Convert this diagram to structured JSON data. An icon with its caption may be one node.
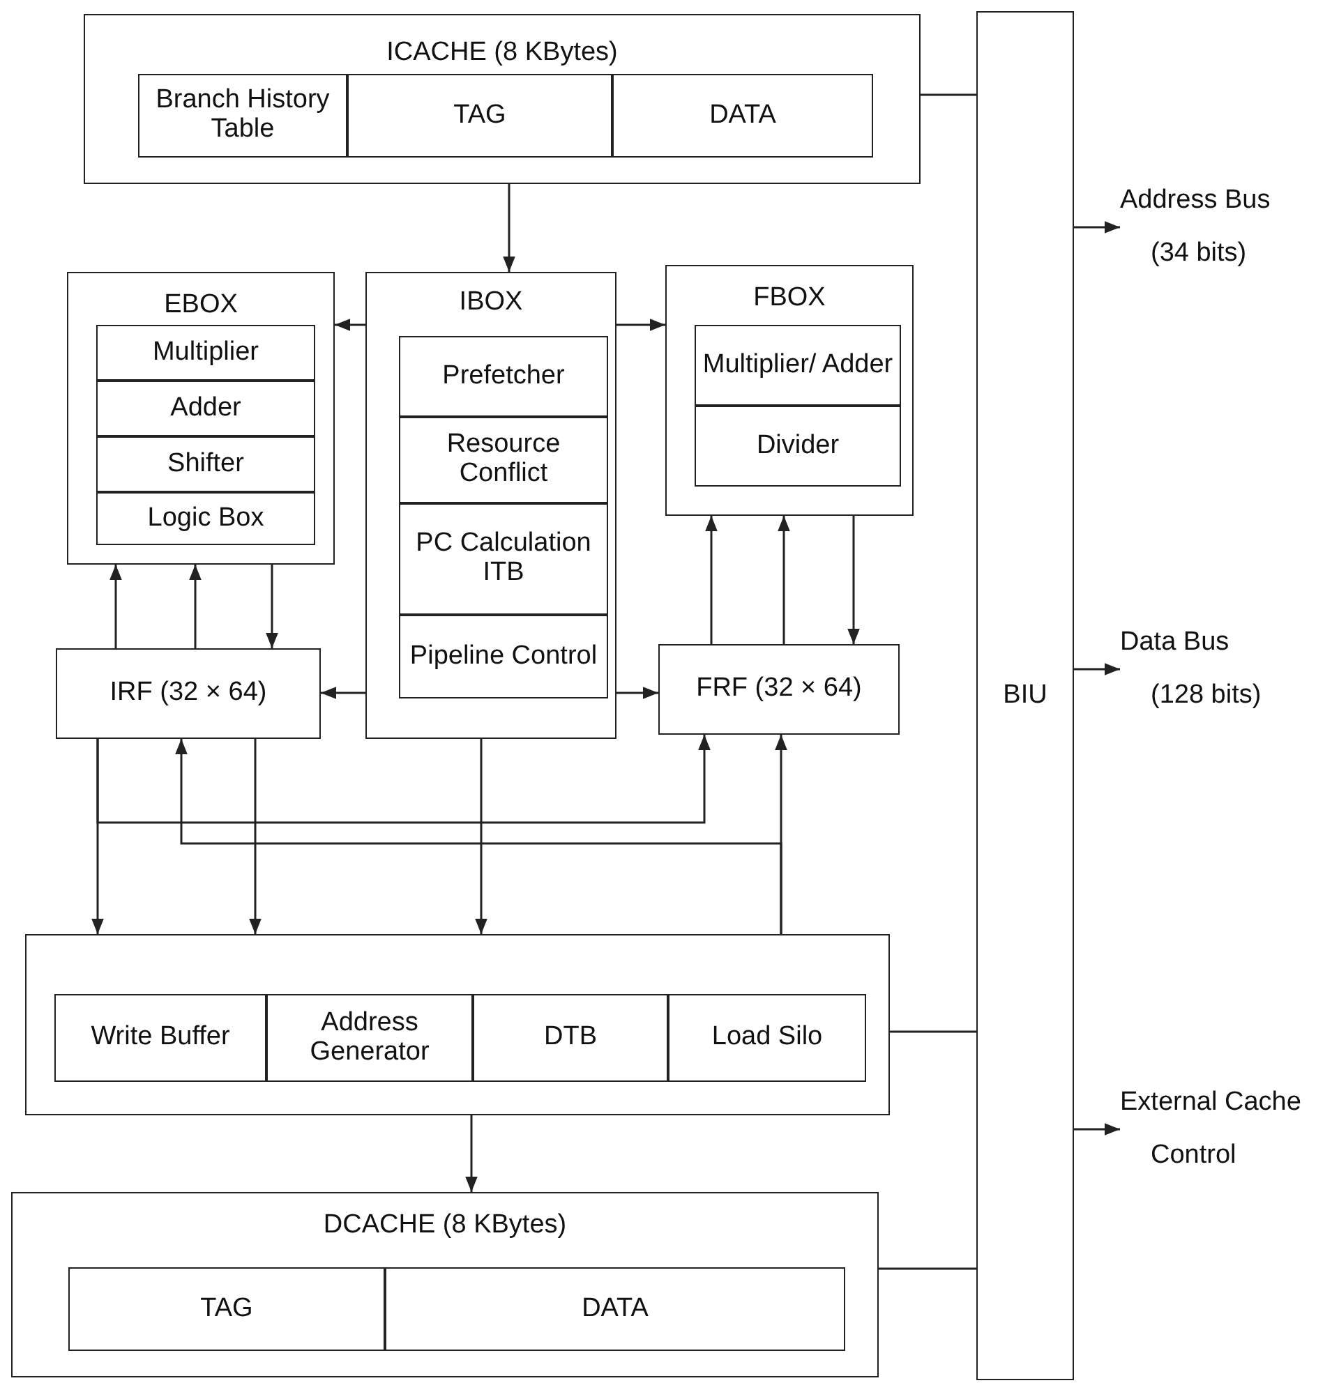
{
  "diagram": {
    "nodes": [
      {
        "text": [
          "ICACHE (8 KBytes)"
        ]
      },
      {
        "text": [
          "Branch History Table"
        ],
        "in": 0
      },
      {
        "text": [
          "TAG"
        ],
        "in": 0
      },
      {
        "text": [
          "DATA"
        ],
        "in": 0
      },
      {
        "text": [
          "EBOX"
        ]
      },
      {
        "text": [
          "Multiplier"
        ],
        "in": 4
      },
      {
        "text": [
          "Adder"
        ],
        "in": 4
      },
      {
        "text": [
          "Shifter"
        ],
        "in": 4
      },
      {
        "text": [
          "Logic Box"
        ],
        "in": 4
      },
      {
        "text": [
          "IBOX"
        ]
      },
      {
        "text": [
          "Prefetcher"
        ],
        "in": 9
      },
      {
        "text": [
          "Resource Conflict"
        ],
        "in": 9
      },
      {
        "text": [
          "PC Calculation ITB"
        ],
        "in": 9
      },
      {
        "text": [
          "Pipeline Control"
        ],
        "in": 9
      },
      {
        "text": [
          "FBOX"
        ]
      },
      {
        "text": [
          "Multiplier/ Adder"
        ],
        "in": 14
      },
      {
        "text": [
          "Divider"
        ],
        "in": 14
      },
      {
        "text": [
          "IRF (32 × 64)"
        ]
      },
      {
        "text": [
          "FRF (32 × 64)"
        ]
      },
      {
        "text": [],
        "shape": "box"
      },
      {
        "text": [
          "Write Buffer"
        ],
        "in": 19
      },
      {
        "text": [
          "Address Generator"
        ],
        "in": 19
      },
      {
        "text": [
          "DTB"
        ],
        "in": 19
      },
      {
        "text": [
          "Load Silo"
        ],
        "in": 19
      },
      {
        "text": [
          "DCACHE (8 KBytes)"
        ]
      },
      {
        "text": [
          "TAG"
        ],
        "in": 24
      },
      {
        "text": [
          "DATA"
        ],
        "in": 24
      },
      {
        "text": [
          "BIU"
        ]
      },
      {
        "text": [
          "Address Bus",
          "(34 bits)"
        ]
      },
      {
        "text": [
          "Data Bus",
          "(128 bits)"
        ]
      },
      {
        "text": [
          "External Cache",
          "Control"
        ]
      }
    ],
    "edges": [
      {
        "from": 0,
        "to": 9,
        "arrow": "to"
      },
      {
        "from": 9,
        "to": 4,
        "arrow": "to"
      },
      {
        "from": 9,
        "to": 14,
        "arrow": "to"
      },
      {
        "from": 9,
        "to": 17,
        "arrow": "to"
      },
      {
        "from": 9,
        "to": 18,
        "arrow": "to"
      },
      {
        "from": 17,
        "to": 4,
        "arrow": "to"
      },
      {
        "from": 17,
        "to": 4,
        "arrow": "to"
      },
      {
        "from": 4,
        "to": 17,
        "arrow": "to"
      },
      {
        "from": 18,
        "to": 14,
        "arrow": "to"
      },
      {
        "from": 18,
        "to": 14,
        "arrow": "to"
      },
      {
        "from": 14,
        "to": 18,
        "arrow": "to"
      },
      {
        "from": 17,
        "to": 19,
        "arrow": "to"
      },
      {
        "from": 17,
        "to": 18,
        "arrow": "to"
      },
      {
        "from": 17,
        "to": 19,
        "arrow": "to"
      },
      {
        "from": 9,
        "to": 19,
        "arrow": "to"
      },
      {
        "from": 19,
        "to": 18,
        "arrow": "to"
      },
      {
        "from": 19,
        "to": 17,
        "arrow": "to"
      },
      {
        "from": 19,
        "to": 24,
        "arrow": "to"
      },
      {
        "from": 0,
        "to": 27,
        "arrow": "none"
      },
      {
        "from": 19,
        "to": 27,
        "arrow": "none"
      },
      {
        "from": 24,
        "to": 27,
        "arrow": "none"
      },
      {
        "from": 27,
        "to": 28,
        "arrow": "to"
      },
      {
        "from": 27,
        "to": 29,
        "arrow": "to"
      },
      {
        "from": 27,
        "to": 30,
        "arrow": "to"
      }
    ]
  }
}
